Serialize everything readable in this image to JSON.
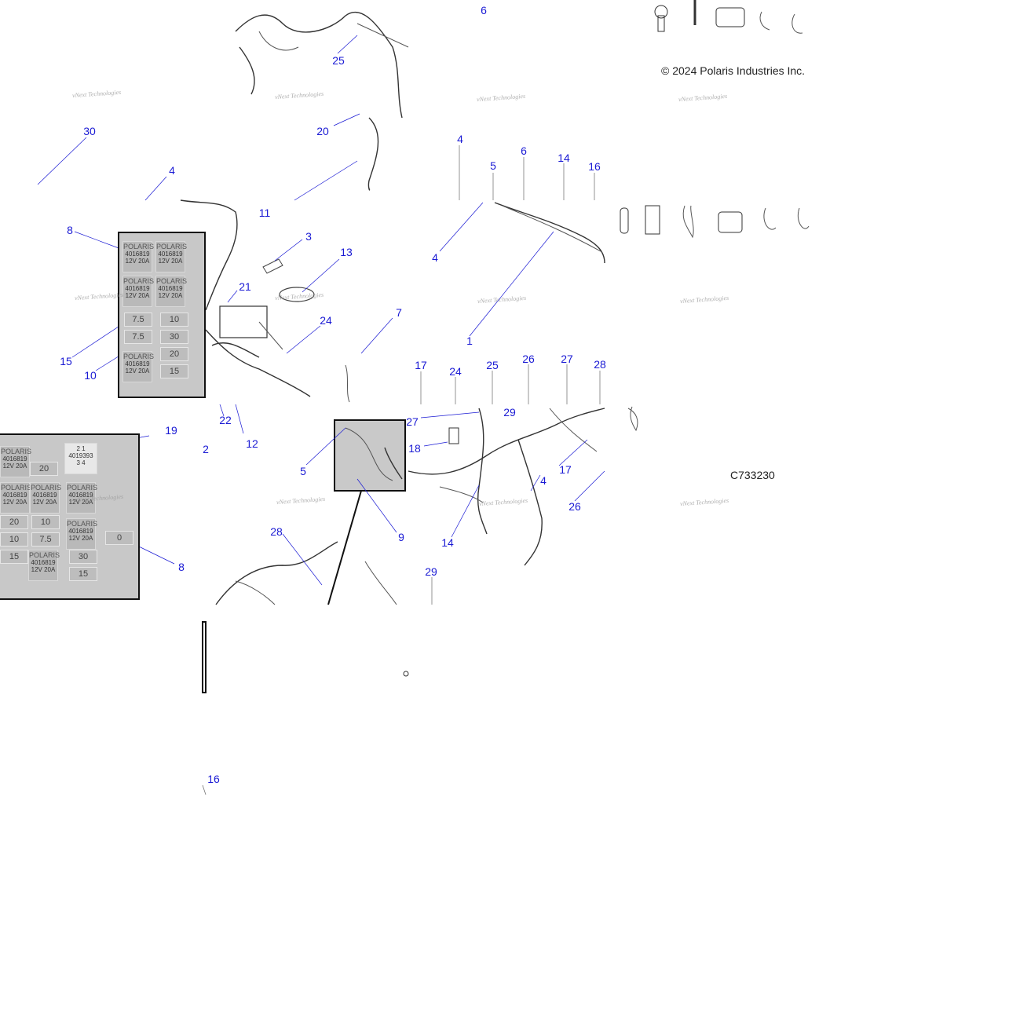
{
  "copyright": "© 2024 Polaris Industries Inc.",
  "diagram_code": "C733230",
  "watermark_text": "vNext Technologies",
  "callout_color": "#1a1ad4",
  "fuse": {
    "brand": "POLARIS",
    "part_a": "4016819",
    "part_b": "4019393",
    "voltage": "12V",
    "amps": "20A",
    "relay_pins_top": "2   1",
    "relay_pins_bottom": "3   4"
  },
  "mini_fuse_ratings": [
    "7.5",
    "10",
    "7.5",
    "30",
    "20",
    "15",
    "20",
    "20",
    "10",
    "10",
    "7.5",
    "15",
    "30",
    "15",
    "0"
  ],
  "callouts": [
    {
      "label": "6"
    },
    {
      "label": "25"
    },
    {
      "label": "30"
    },
    {
      "label": "4"
    },
    {
      "label": "20"
    },
    {
      "label": "11"
    },
    {
      "label": "8"
    },
    {
      "label": "3"
    },
    {
      "label": "13"
    },
    {
      "label": "21"
    },
    {
      "label": "15"
    },
    {
      "label": "24"
    },
    {
      "label": "10"
    },
    {
      "label": "7"
    },
    {
      "label": "4"
    },
    {
      "label": "5"
    },
    {
      "label": "6"
    },
    {
      "label": "14"
    },
    {
      "label": "16"
    },
    {
      "label": "4"
    },
    {
      "label": "1"
    },
    {
      "label": "17"
    },
    {
      "label": "24"
    },
    {
      "label": "25"
    },
    {
      "label": "26"
    },
    {
      "label": "27"
    },
    {
      "label": "28"
    },
    {
      "label": "29"
    },
    {
      "label": "27"
    },
    {
      "label": "18"
    },
    {
      "label": "22"
    },
    {
      "label": "12"
    },
    {
      "label": "2"
    },
    {
      "label": "5"
    },
    {
      "label": "19"
    },
    {
      "label": "17"
    },
    {
      "label": "4"
    },
    {
      "label": "26"
    },
    {
      "label": "9"
    },
    {
      "label": "8"
    },
    {
      "label": "28"
    },
    {
      "label": "14"
    },
    {
      "label": "29"
    },
    {
      "label": "16"
    }
  ]
}
